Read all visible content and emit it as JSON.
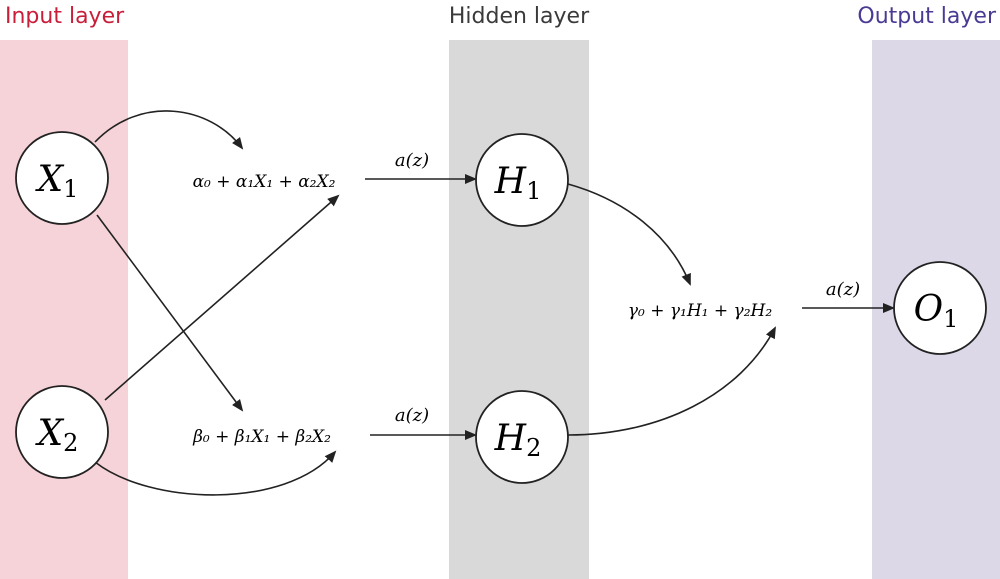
{
  "layers": {
    "input": {
      "title": "Input layer",
      "color": "#c81e3a",
      "band_color": "#f6d3d9"
    },
    "hidden": {
      "title": "Hidden layer",
      "color": "#3a3a3a",
      "band_color": "#d9d9d9"
    },
    "output": {
      "title": "Output layer",
      "color": "#4b3a94",
      "band_color": "#dcd8e8"
    }
  },
  "nodes": {
    "x1": {
      "letter": "X",
      "sub": "1"
    },
    "x2": {
      "letter": "X",
      "sub": "2"
    },
    "h1": {
      "letter": "H",
      "sub": "1"
    },
    "h2": {
      "letter": "H",
      "sub": "2"
    },
    "o1": {
      "letter": "O",
      "sub": "1"
    }
  },
  "formulas": {
    "alpha": "α₀ + α₁X₁ + α₂X₂",
    "beta": "β₀ + β₁X₁ + β₂X₂",
    "gamma": "γ₀ + γ₁H₁ + γ₂H₂"
  },
  "activation": {
    "label": "a(z)"
  },
  "style": {
    "arrow_color": "#222222",
    "node_stroke": "#222222"
  }
}
